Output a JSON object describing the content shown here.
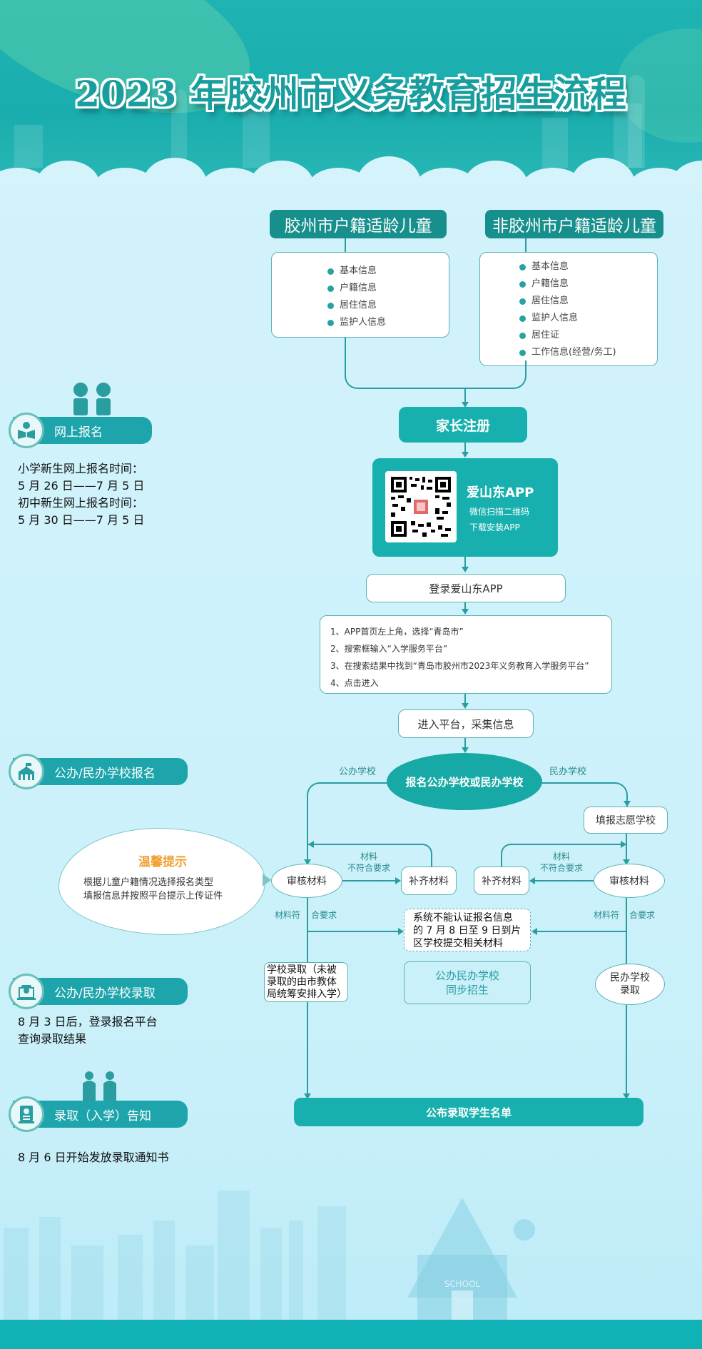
{
  "title": "2023 年胶州市义务教育招生流程",
  "categories": {
    "local": {
      "label": "胶州市户籍适龄儿童",
      "items": [
        "基本信息",
        "户籍信息",
        "居住信息",
        "监护人信息"
      ]
    },
    "nonlocal": {
      "label": "非胶州市户籍适龄儿童",
      "items": [
        "基本信息",
        "户籍信息",
        "居住信息",
        "监护人信息",
        "居住证",
        "工作信息(经营/务工)"
      ]
    }
  },
  "flow": {
    "parent_register": "家长注册",
    "app": {
      "name": "爱山东APP",
      "line1": "微信扫描二维码",
      "line2": "下载安装APP",
      "qr_icon": "qr-code-icon"
    },
    "login": "登录爱山东APP",
    "steps": [
      "1、APP首页左上角，选择“青岛市”",
      "2、搜索框输入“入学服务平台”",
      "3、在搜索结果中找到“青岛市胶州市2023年义务教育入学服务平台”",
      "4、点击进入"
    ],
    "enter_platform": "进入平台，采集信息",
    "choose_school": "报名公办学校或民办学校",
    "public_label": "公办学校",
    "private_label": "民办学校",
    "fill_preference": "填报志愿学校",
    "review_left": "审核材料",
    "review_right": "审核材料",
    "supplement_left": "补齐材料",
    "supplement_right": "补齐材料",
    "not_meet_left": [
      "材料",
      "不符合要求"
    ],
    "not_meet_right": [
      "材料",
      "不符合要求"
    ],
    "meet_left": [
      "材料符",
      "合要求"
    ],
    "meet_right": [
      "材料符",
      "合要求"
    ],
    "system_note": [
      "系统不能认证报名信息",
      "的 7 月 8 日至 9 日到片",
      "区学校提交相关材料"
    ],
    "sync_note": [
      "公办民办学校",
      "同步招生"
    ],
    "public_admit": [
      "学校录取（未被",
      "录取的由市教体",
      "局统筹安排入学）"
    ],
    "private_admit": [
      "民办学校",
      "录取"
    ],
    "publish": "公布录取学生名单"
  },
  "tip": {
    "title": "温馨提示",
    "lines": [
      "根据儿童户籍情况选择报名类型",
      "填报信息并按照平台提示上传证件"
    ]
  },
  "sections": {
    "online": {
      "label": "网上报名",
      "icon": "reading-book-icon",
      "lines": [
        "小学新生网上报名时间：",
        "5 月 26 日——7 月 5 日",
        "初中新生网上报名时间：",
        "5 月 30 日——7 月 5 日"
      ]
    },
    "apply": {
      "label": "公办/民办学校报名",
      "icon": "school-building-icon"
    },
    "admit": {
      "label": "公办/民办学校录取",
      "icon": "graduate-laptop-icon",
      "lines": [
        "8 月 3 日后，登录报名平台",
        "查询录取结果"
      ]
    },
    "notice": {
      "label": "录取（入学）告知",
      "icon": "certificate-icon",
      "lines": [
        "8 月 6 日开始发放录取通知书"
      ]
    }
  },
  "colors": {
    "primary": "#17b0ae",
    "dark_teal": "#178f8c",
    "line": "#2a9da1",
    "tip_title": "#f0a030",
    "background": "#cff2fb"
  }
}
